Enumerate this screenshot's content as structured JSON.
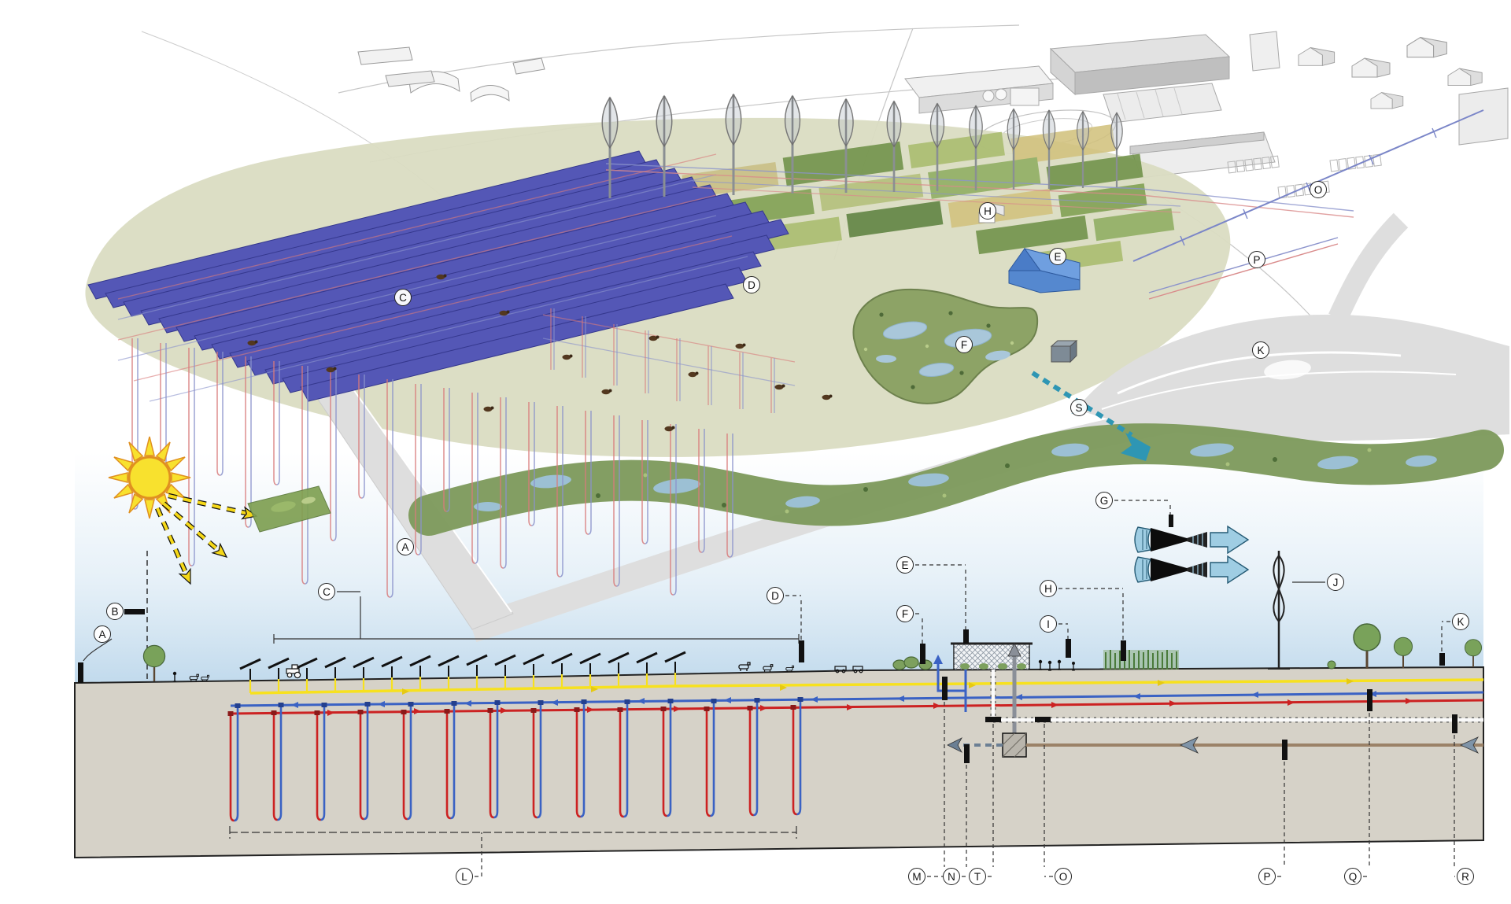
{
  "letters": {
    "a": "A",
    "b": "B",
    "c": "C",
    "d": "D",
    "e": "E",
    "f": "F",
    "g": "G",
    "h": "H",
    "i": "I",
    "j": "J",
    "k": "K",
    "l": "L",
    "m": "M",
    "n": "N",
    "o": "O",
    "p": "P",
    "q": "Q",
    "r": "R",
    "s": "S",
    "t": "T"
  },
  "colors": {
    "solar_panel": "#5457b6",
    "warm_pipe": "#cc2222",
    "cold_pipe": "#3a62c4",
    "electric_cable": "#f7e11e",
    "sun": "#f8e12e",
    "water_flow_arrow": "#2e96b4",
    "district_heat_pipe": "#9b8268",
    "earth": "#d6d2c8",
    "sky": "#c3dbed",
    "site_green": "#dadcc2",
    "wetland": "#7f9b5e",
    "barn_building": "#4a7cc7"
  }
}
